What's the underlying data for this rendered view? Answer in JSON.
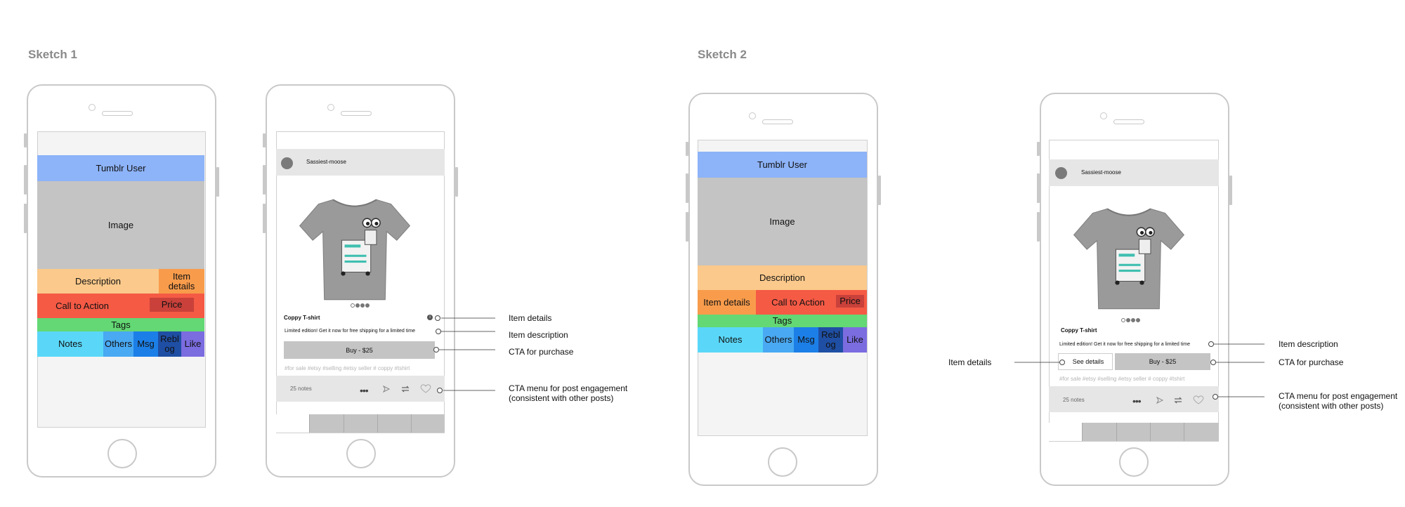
{
  "sketch1": {
    "title": "Sketch 1",
    "wireframe": {
      "user": "Tumblr User",
      "image": "Image",
      "description": "Description",
      "item_details": "Item details",
      "cta": "Call to Action",
      "price": "Price",
      "tags": "Tags",
      "actions": [
        "Notes",
        "Others",
        "Msg",
        "Reblog",
        "Like"
      ]
    },
    "mockup": {
      "username": "Sassiest-moose",
      "product_title": "Coppy T-shirt",
      "description": "Limited edition! Get it now for free shipping for a limited time",
      "buy_button": "Buy - $25",
      "hashtags": "#for sale #etsy #selling #etsy seller # coppy #tshirt",
      "notes": "25 notes"
    },
    "annotations": {
      "item_details": "Item details",
      "item_description": "Item description",
      "cta_purchase": "CTA for purchase",
      "cta_menu_line1": "CTA  menu for post engagement",
      "cta_menu_line2": "(consistent with other posts)"
    }
  },
  "sketch2": {
    "title": "Sketch 2",
    "wireframe": {
      "user": "Tumblr User",
      "image": "Image",
      "description": "Description",
      "item_details": "Item details",
      "cta": "Call to Action",
      "price": "Price",
      "tags": "Tags",
      "actions": [
        "Notes",
        "Others",
        "Msg",
        "Reblog",
        "Like"
      ]
    },
    "mockup": {
      "username": "Sassiest-moose",
      "product_title": "Coppy T-shirt",
      "description": "Limited edition! Get it now for free shipping for a limited time",
      "see_details": "See details",
      "buy_button": "Buy - $25",
      "hashtags": "#for sale #etsy #selling #etsy seller # coppy #tshirt",
      "notes": "25 notes"
    },
    "annotations": {
      "item_details": "Item details",
      "item_description": "Item description",
      "cta_purchase": "CTA for purchase",
      "cta_menu_line1": "CTA menu for post engagement",
      "cta_menu_line2": "(consistent with other posts)"
    }
  },
  "colors": {
    "blue": "#8db3f8",
    "gray": "#c4c4c4",
    "orange": "#fbc98b",
    "orange_dark": "#f89c4c",
    "red": "#f55a45",
    "red_dark": "#c9413a",
    "green": "#63d874",
    "cyan": "#5ad7f8",
    "light_blue": "#49a9f2",
    "mid_blue": "#1c7fe7",
    "navy": "#1f4fa4",
    "purple": "#7b6ce0"
  }
}
